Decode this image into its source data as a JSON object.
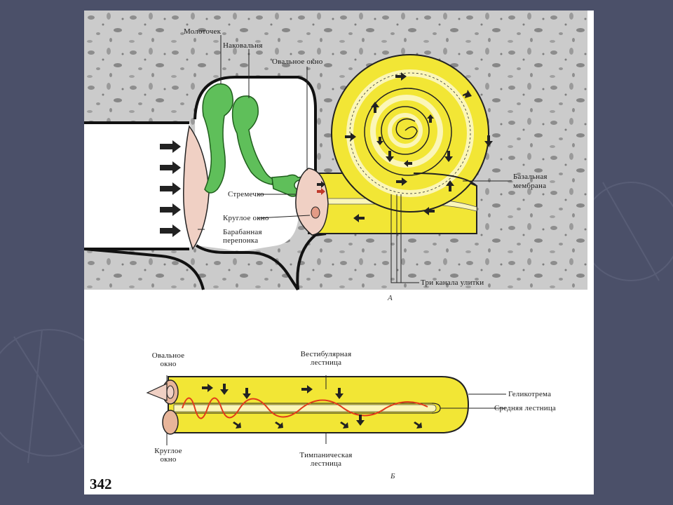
{
  "page_number": "342",
  "panel_a": {
    "letter": "А",
    "labels": {
      "malleus": "Молоточек",
      "incus": "Наковальня",
      "oval_window": "Овальное окно",
      "basilar_membrane_1": "Базальная",
      "basilar_membrane_2": "мембрана",
      "stapes": "Стремечко",
      "round_window": "Круглое окно",
      "eardrum_1": "Барабанная",
      "eardrum_2": "перепонка",
      "three_channels": "Три канала улитки"
    }
  },
  "panel_b": {
    "letter": "Б",
    "labels": {
      "oval_window_1": "Овальное",
      "oval_window_2": "окно",
      "vestibular_1": "Вестибулярная",
      "vestibular_2": "лестница",
      "helicotrema": "Геликотрема",
      "scala_media": "Средняя лестница",
      "round_window_1": "Круглое",
      "round_window_2": "окно",
      "tympanic_1": "Тимпаническая",
      "tympanic_2": "лестница"
    }
  },
  "colors": {
    "slide_background": "#4a4f6a",
    "bone_texture": "#c9c9c9",
    "ossicles": "#5fbf5a",
    "cochlea_yellow": "#f2e635",
    "cochlea_light": "#fbf6b8",
    "eardrum": "#f0d0c4",
    "wave": "#e23b1a"
  },
  "icons": [
    "arrow-right-icon",
    "arrow-down-icon"
  ]
}
